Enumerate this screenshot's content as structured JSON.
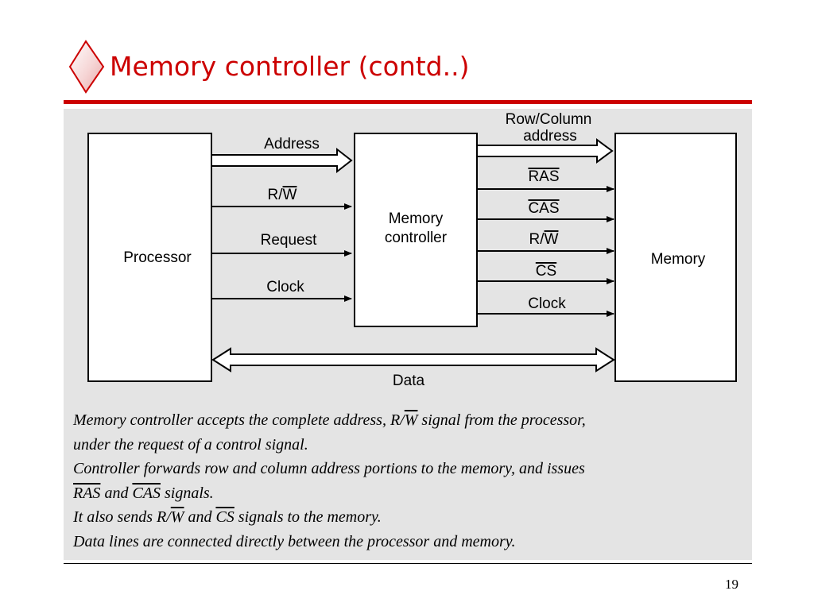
{
  "slide": {
    "title": "Memory controller (contd..)",
    "page_number": "19",
    "accent_color": "#cc0000",
    "bullet_icon": "diamond-icon"
  },
  "diagram": {
    "blocks": {
      "processor": "Processor",
      "controller_line1": "Memory",
      "controller_line2": "controller",
      "memory": "Memory"
    },
    "left_signals": {
      "address": "Address",
      "rw_prefix": "R/",
      "rw_bar": "W",
      "request": "Request",
      "clock": "Clock"
    },
    "right_signals": {
      "rowcol_line1": "Row/Column",
      "rowcol_line2": "address",
      "ras": "RAS",
      "cas": "CAS",
      "rw_prefix": "R/",
      "rw_bar": "W",
      "cs": "CS",
      "clock": "Clock"
    },
    "data_bus": "Data"
  },
  "caption": {
    "l1_a": "Memory controller accepts the complete address, R/",
    "l1_b": "W",
    "l1_c": " signal from the processor,",
    "l2": "under the request of a control signal.",
    "l3": "Controller forwards row and column address portions to the memory, and issues",
    "l4_a": "RAS",
    "l4_b": " and ",
    "l4_c": "CAS",
    "l4_d": " signals.",
    "l5_a": "It also sends R/",
    "l5_b": "W",
    "l5_c": " and ",
    "l5_d": "CS",
    "l5_e": " signals to the memory.",
    "l6": "Data lines are connected directly between the processor and memory."
  }
}
